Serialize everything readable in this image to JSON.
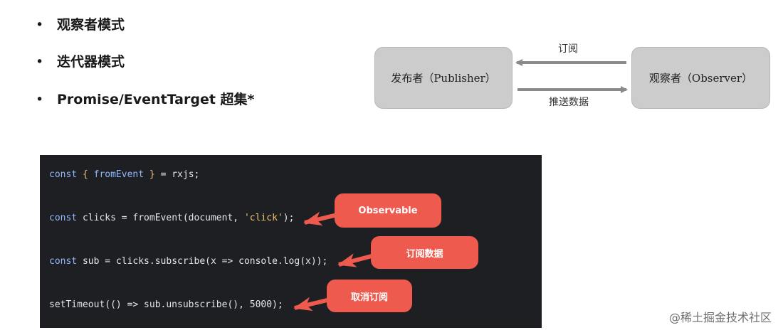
{
  "bullets": [
    {
      "marker": "•",
      "text": "观察者模式"
    },
    {
      "marker": "•",
      "text": "迭代器模式"
    },
    {
      "marker": "•",
      "text": "Promise/EventTarget 超集*"
    }
  ],
  "diagram": {
    "publisher": "发布者（Publisher）",
    "observer": "观察者（Observer）",
    "subscribe_label": "订阅",
    "push_label": "推送数据"
  },
  "code": {
    "line1": {
      "kw": "const",
      "open": " { ",
      "name": "fromEvent",
      "close": " } ",
      "rest": "= rxjs;"
    },
    "line2": {
      "kw": "const",
      "rest1": " clicks = fromEvent(document, ",
      "str": "'click'",
      "rest2": ");"
    },
    "line3": {
      "kw": "const",
      "rest": " sub = clicks.subscribe(x => console.log(x));"
    },
    "line4": {
      "text": "setTimeout(() => sub.unsubscribe(), 5000);"
    }
  },
  "callouts": {
    "observable": "Observable",
    "subscribe_data": "订阅数据",
    "unsubscribe": "取消订阅"
  },
  "watermark": "@稀土掘金技术社区",
  "colors": {
    "callout": "#ef5a4f",
    "box": "#cccccc",
    "code_bg": "#1e1f23",
    "arrow": "#8a8a8a"
  }
}
